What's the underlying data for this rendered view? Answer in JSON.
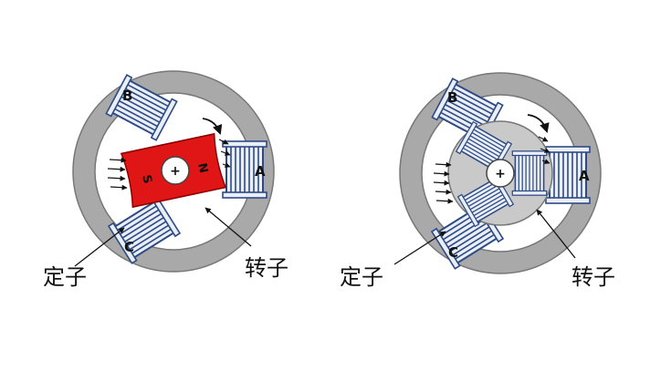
{
  "diagrams": [
    {
      "poles": {
        "a": "A",
        "b": "B",
        "c": "C"
      },
      "rotor_poles": {
        "south": "S",
        "north": "N"
      },
      "center_mark": "+",
      "stator_label": "定子",
      "rotor_label": "转子"
    },
    {
      "poles": {
        "a": "A",
        "b": "B",
        "c": "C"
      },
      "center_mark": "+",
      "stator_label": "定子",
      "rotor_label": "转子"
    }
  ],
  "colors": {
    "stator": "#a9a9a9",
    "coil": "#2d4a85",
    "coil_fill": "#e9eef7",
    "permanent_magnet_rotor": "#e01515",
    "reluctance_rotor": "#c9c9c9",
    "flux_arrows": "#111111"
  }
}
